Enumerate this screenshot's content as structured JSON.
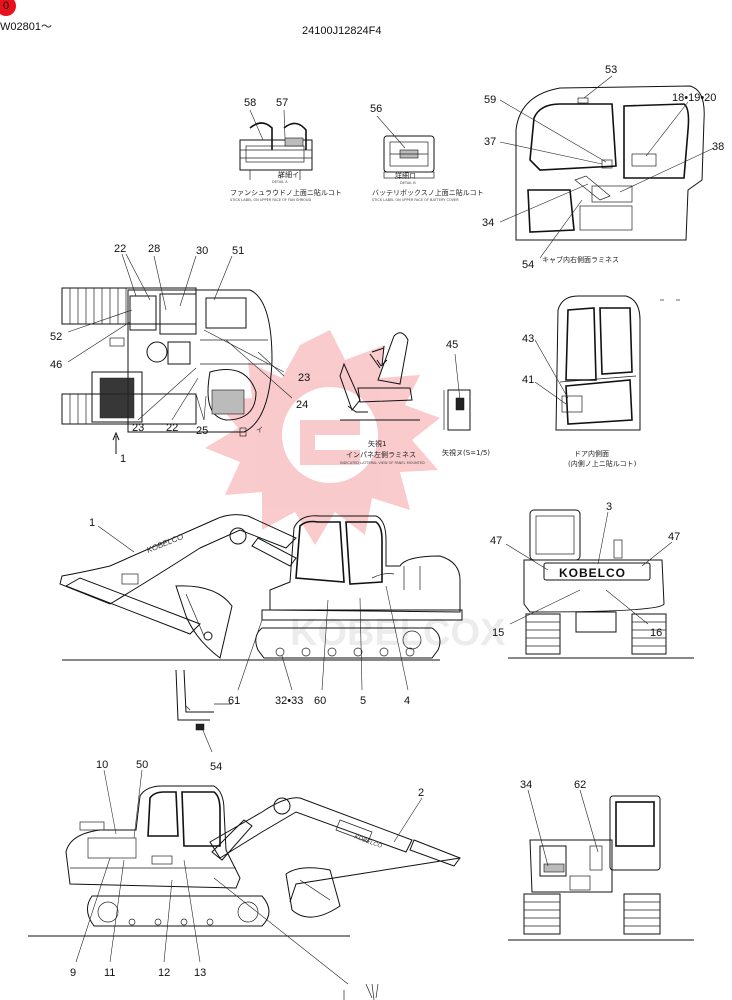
{
  "header": {
    "serial": "W02801～",
    "part_number": "24100J12824F4",
    "badge": "0"
  },
  "detail_a": {
    "title": "詳細イ",
    "sub": "DETAIL A",
    "caption_jp": "ファンシュラウドノ上面ニ貼ルコト",
    "caption_en": "STICK LABEL ON UPPER FACE OF FAN SHROUD"
  },
  "detail_b": {
    "title": "詳細ロ",
    "sub": "DETAIL B",
    "caption_jp": "バッテリボックスノ上面ニ貼ルコト",
    "caption_en": "STICK LABEL ON UPPER FACE OF BATTERY COVER"
  },
  "cab_interior": {
    "caption": "キャブ内右側面ラミネス"
  },
  "arrow_view": {
    "title": "矢視1",
    "caption_jp": "インパネ左側ラミネス",
    "caption_en": "INDICATED LATTERAL VIEW OF PANEL MOUNTED"
  },
  "arrow_view_j": {
    "caption": "矢視ヌ(S=1/5)"
  },
  "door_inner": {
    "caption": "ドア内側面",
    "sub": "(内側ノ上ニ貼ルコト)"
  },
  "mark_i": "イ",
  "mark_ro": "ロ",
  "mark_1": "1",
  "brand_boom": "KOBELCO",
  "brand_rear": "KOBELCO",
  "watermark": "KOBELCOX",
  "labels": {
    "n1": "1",
    "n2": "2",
    "n3": "3",
    "n4": "4",
    "n5": "5",
    "n9": "9",
    "n10": "10",
    "n11": "11",
    "n12": "12",
    "n13": "13",
    "n15": "15",
    "n16": "16",
    "n22a": "22",
    "n22b": "22",
    "n23a": "23",
    "n23b": "23",
    "n24": "24",
    "n25": "25",
    "n28": "28",
    "n30": "30",
    "n3233": "32•33",
    "n34a": "34",
    "n34b": "34",
    "n37": "37",
    "n38": "38",
    "n41": "41",
    "n43": "43",
    "n45": "45",
    "n46": "46",
    "n47a": "47",
    "n47b": "47",
    "n50": "50",
    "n51": "51",
    "n52": "52",
    "n53": "53",
    "n54a": "54",
    "n54b": "54",
    "n56": "56",
    "n57": "57",
    "n58": "58",
    "n59": "59",
    "n60": "60",
    "n61": "61",
    "n62": "62",
    "n181920": "18•19•20"
  },
  "colors": {
    "watermark": "#e8121c",
    "ink": "#111111",
    "badge": "#e8121c"
  }
}
